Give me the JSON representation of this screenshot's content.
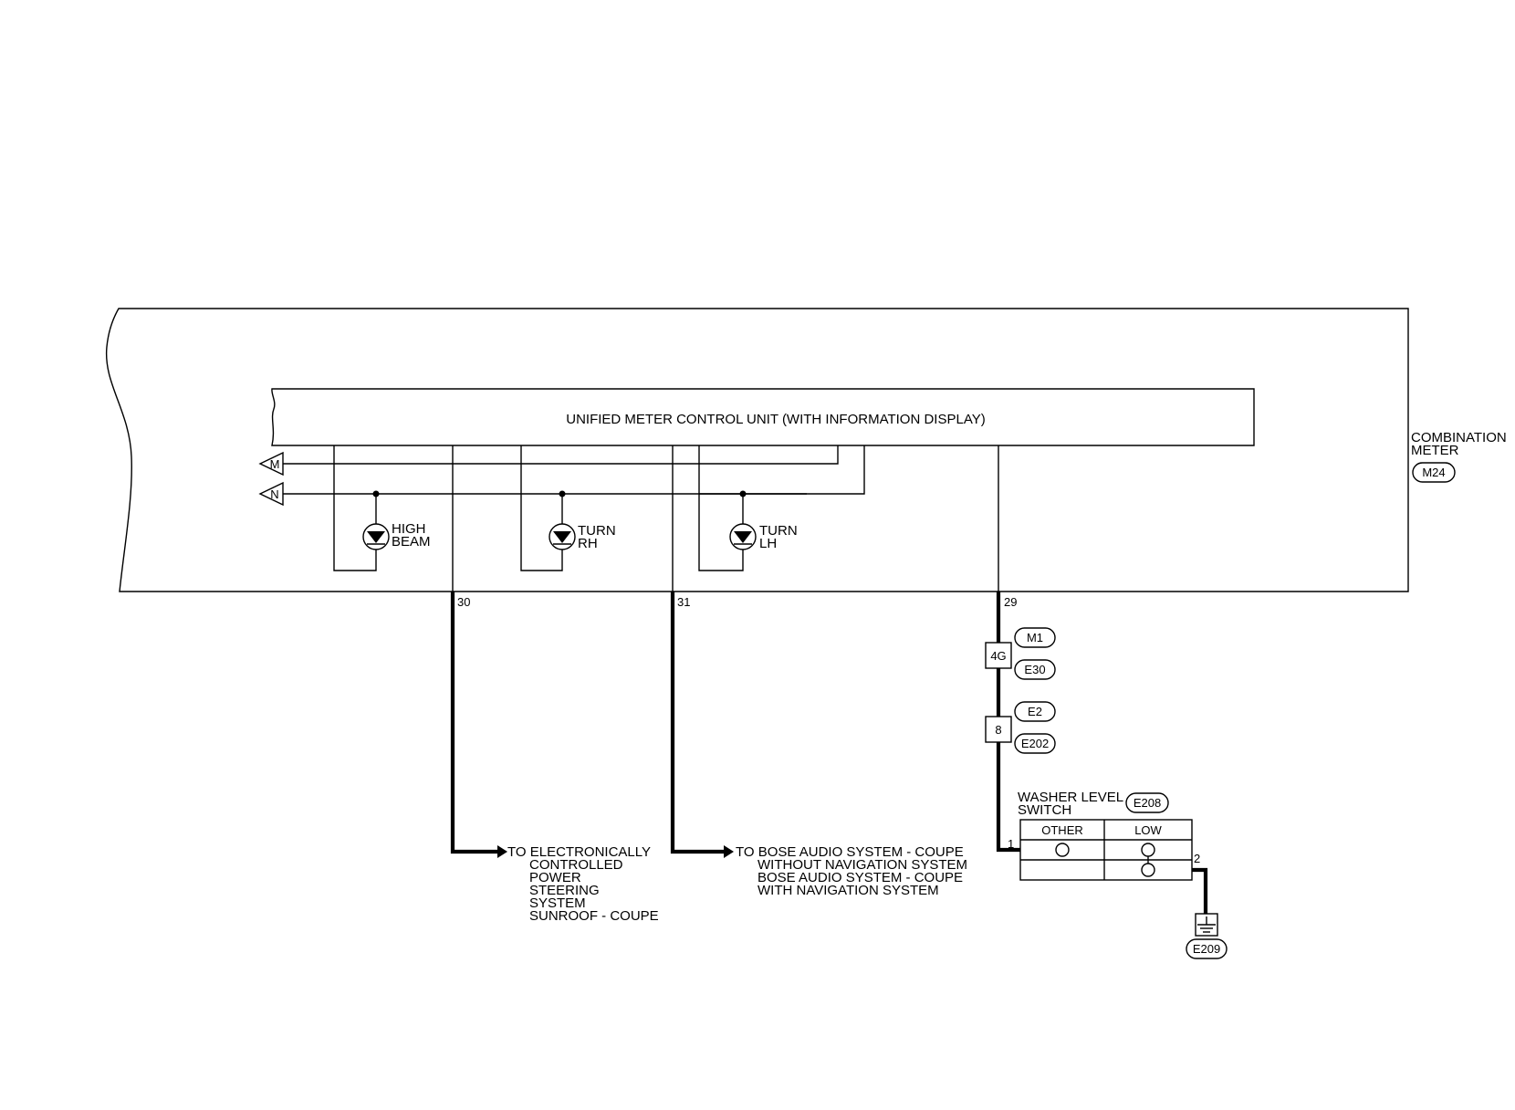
{
  "meter": {
    "unit_label": "UNIFIED METER CONTROL UNIT (WITH INFORMATION DISPLAY)",
    "name_line1": "COMBINATION",
    "name_line2": "METER",
    "connector": "M24"
  },
  "signals": {
    "m": "M",
    "n": "N"
  },
  "lamps": {
    "high_beam": [
      "HIGH",
      "BEAM"
    ],
    "turn_rh": [
      "TURN",
      "RH"
    ],
    "turn_lh": [
      "TURN",
      "LH"
    ]
  },
  "terminals": {
    "t30": "30",
    "t31": "31",
    "t29": "29"
  },
  "joints": {
    "j1": {
      "pin": "4G",
      "conn_top": "M1",
      "conn_bottom": "E30"
    },
    "j2": {
      "pin": "8",
      "conn_top": "E2",
      "conn_bottom": "E202"
    }
  },
  "destinations": {
    "eps": [
      "TO ELECTRONICALLY",
      "CONTROLLED",
      "POWER",
      "STEERING",
      "SYSTEM",
      "SUNROOF - COUPE"
    ],
    "bose": [
      "TO BOSE AUDIO SYSTEM - COUPE",
      "WITHOUT NAVIGATION SYSTEM",
      "BOSE AUDIO SYSTEM - COUPE",
      "WITH NAVIGATION SYSTEM"
    ]
  },
  "washer": {
    "label_line1": "WASHER LEVEL",
    "label_line2": "SWITCH",
    "connector": "E208",
    "col_other": "OTHER",
    "col_low": "LOW",
    "pin_in": "1",
    "pin_out": "2"
  },
  "ground": {
    "connector": "E209"
  }
}
